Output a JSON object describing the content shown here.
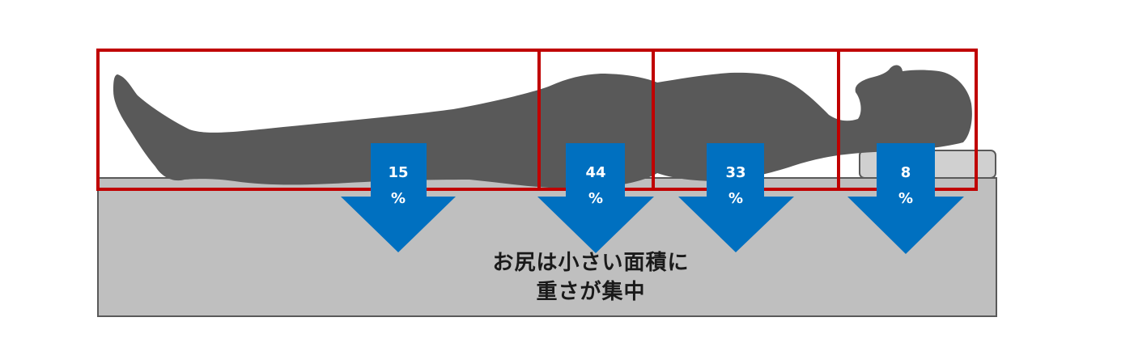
{
  "colors": {
    "mattress_fill": "#bfbfbf",
    "mattress_stroke": "#595959",
    "body_fill": "#595959",
    "zone_frame": "#c00000",
    "arrow": "#0070c0",
    "arrow_text": "#ffffff"
  },
  "zones": [
    {
      "id": "legs",
      "value": "15",
      "unit": "%"
    },
    {
      "id": "buttocks",
      "value": "44",
      "unit": "%"
    },
    {
      "id": "back",
      "value": "33",
      "unit": "%"
    },
    {
      "id": "head",
      "value": "8",
      "unit": "%"
    }
  ],
  "caption": {
    "line1": "お尻は小さい面積に",
    "line2": "重さが集中"
  }
}
